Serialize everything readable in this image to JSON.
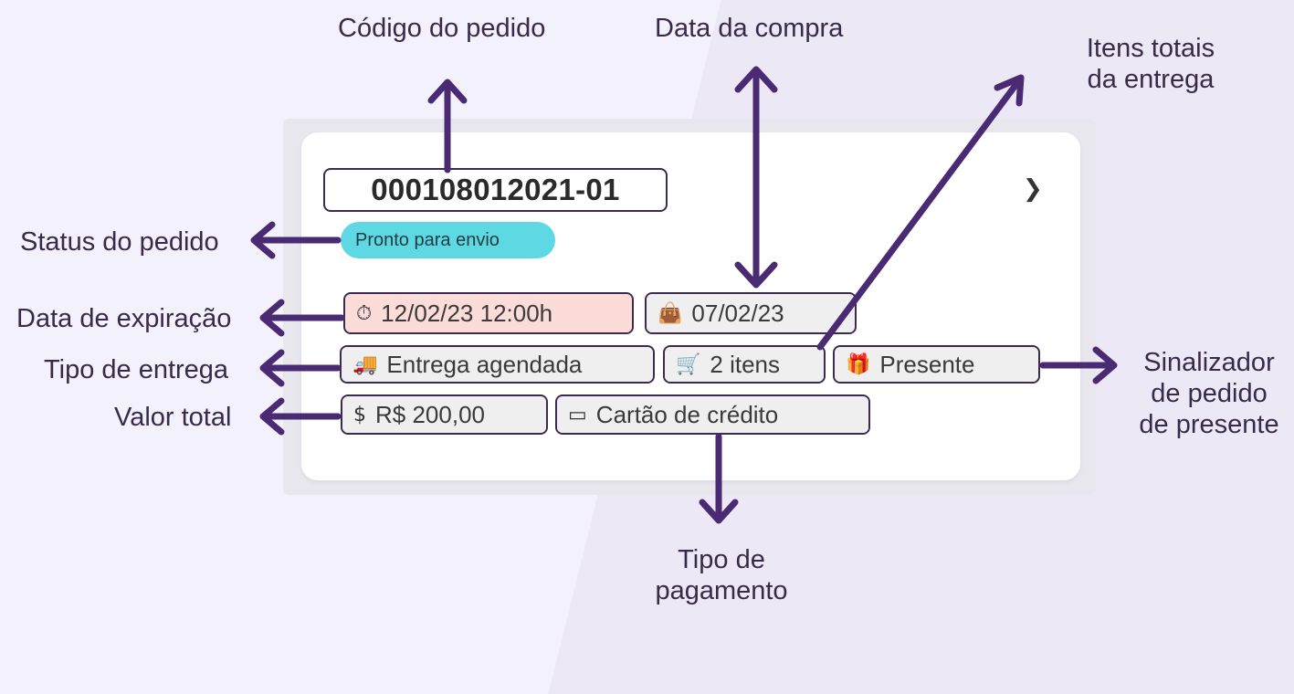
{
  "order": {
    "code": "000108012021-01",
    "status": "Pronto para envio",
    "expiration": "12/02/23 12:00h",
    "purchase_date": "07/02/23",
    "delivery_type": "Entrega agendada",
    "items": "2 itens",
    "gift": "Presente",
    "total": "R$ 200,00",
    "payment": "Cartão de crédito"
  },
  "icons": {
    "expiration": "stopwatch-icon",
    "purchase_date": "shopping-bag-icon",
    "delivery_type": "scheduled-delivery-truck-icon",
    "items": "cart-icon",
    "gift": "gift-icon",
    "total": "dollar-icon",
    "payment": "credit-card-icon",
    "open": "chevron-right-icon"
  },
  "labels": {
    "order_code": "Código do pedido",
    "purchase_date": "Data da compra",
    "items_total_line1": "Itens totais",
    "items_total_line2": "da entrega",
    "status": "Status do pedido",
    "expiration": "Data de expiração",
    "delivery_type": "Tipo de entrega",
    "total": "Valor total",
    "gift_line1": "Sinalizador",
    "gift_line2": "de pedido",
    "gift_line3": "de presente",
    "payment_line1": "Tipo de",
    "payment_line2": "pagamento"
  },
  "colors": {
    "arrow": "#4a2a72",
    "status_badge": "#5ed9e3",
    "expiration_chip": "#fbdcd8",
    "chip": "#efefef",
    "background": "#f3f1fb"
  }
}
